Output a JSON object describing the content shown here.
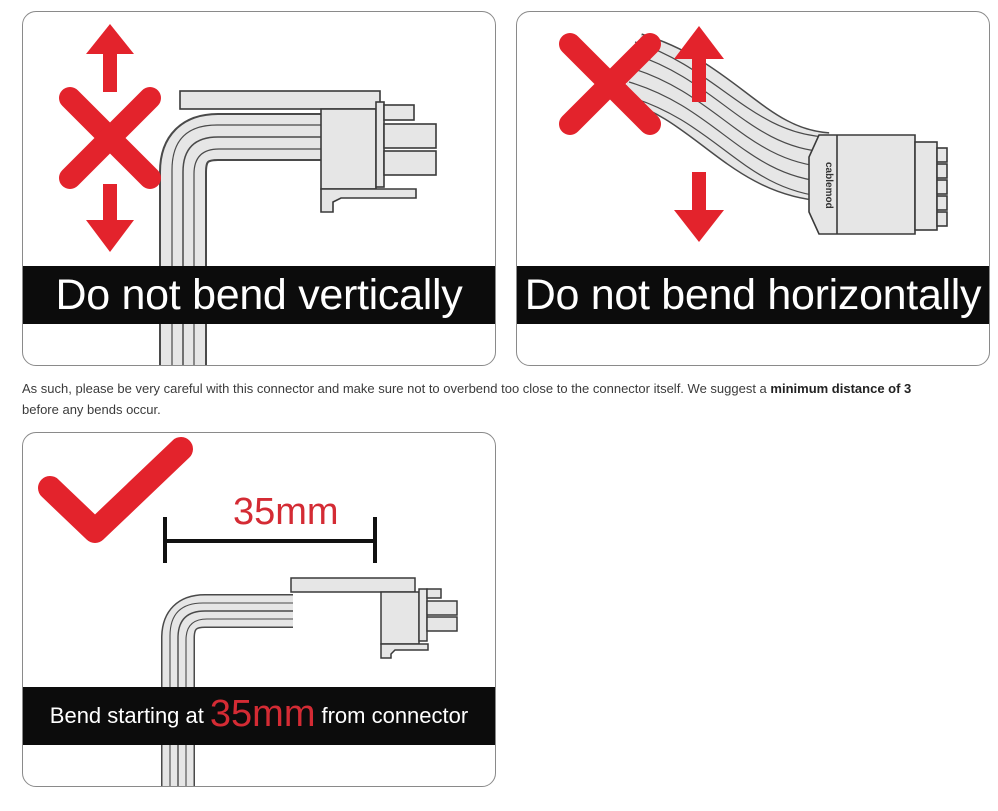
{
  "panels": {
    "vertical": {
      "caption": "Do not bend vertically"
    },
    "horizontal": {
      "caption": "Do not bend horizontally",
      "connector_brand": "cablemod"
    },
    "correct": {
      "measure_label": "35mm",
      "caption_before": "Bend starting at",
      "caption_highlight": "35mm",
      "caption_after": "from connector"
    }
  },
  "paragraph": {
    "text_before": "As such, please be very careful with this connector and make sure not to overbend too close to the connector itself. We suggest a ",
    "bold": "minimum distance of 3",
    "line2": "before any bends occur."
  },
  "colors": {
    "accent_red": "#d42b34",
    "banner_bg": "#0c0c0c",
    "cable_grey": "#e6e6e6"
  },
  "icons": [
    "cross-icon",
    "arrow-up-icon",
    "arrow-down-icon",
    "checkmark-icon"
  ]
}
